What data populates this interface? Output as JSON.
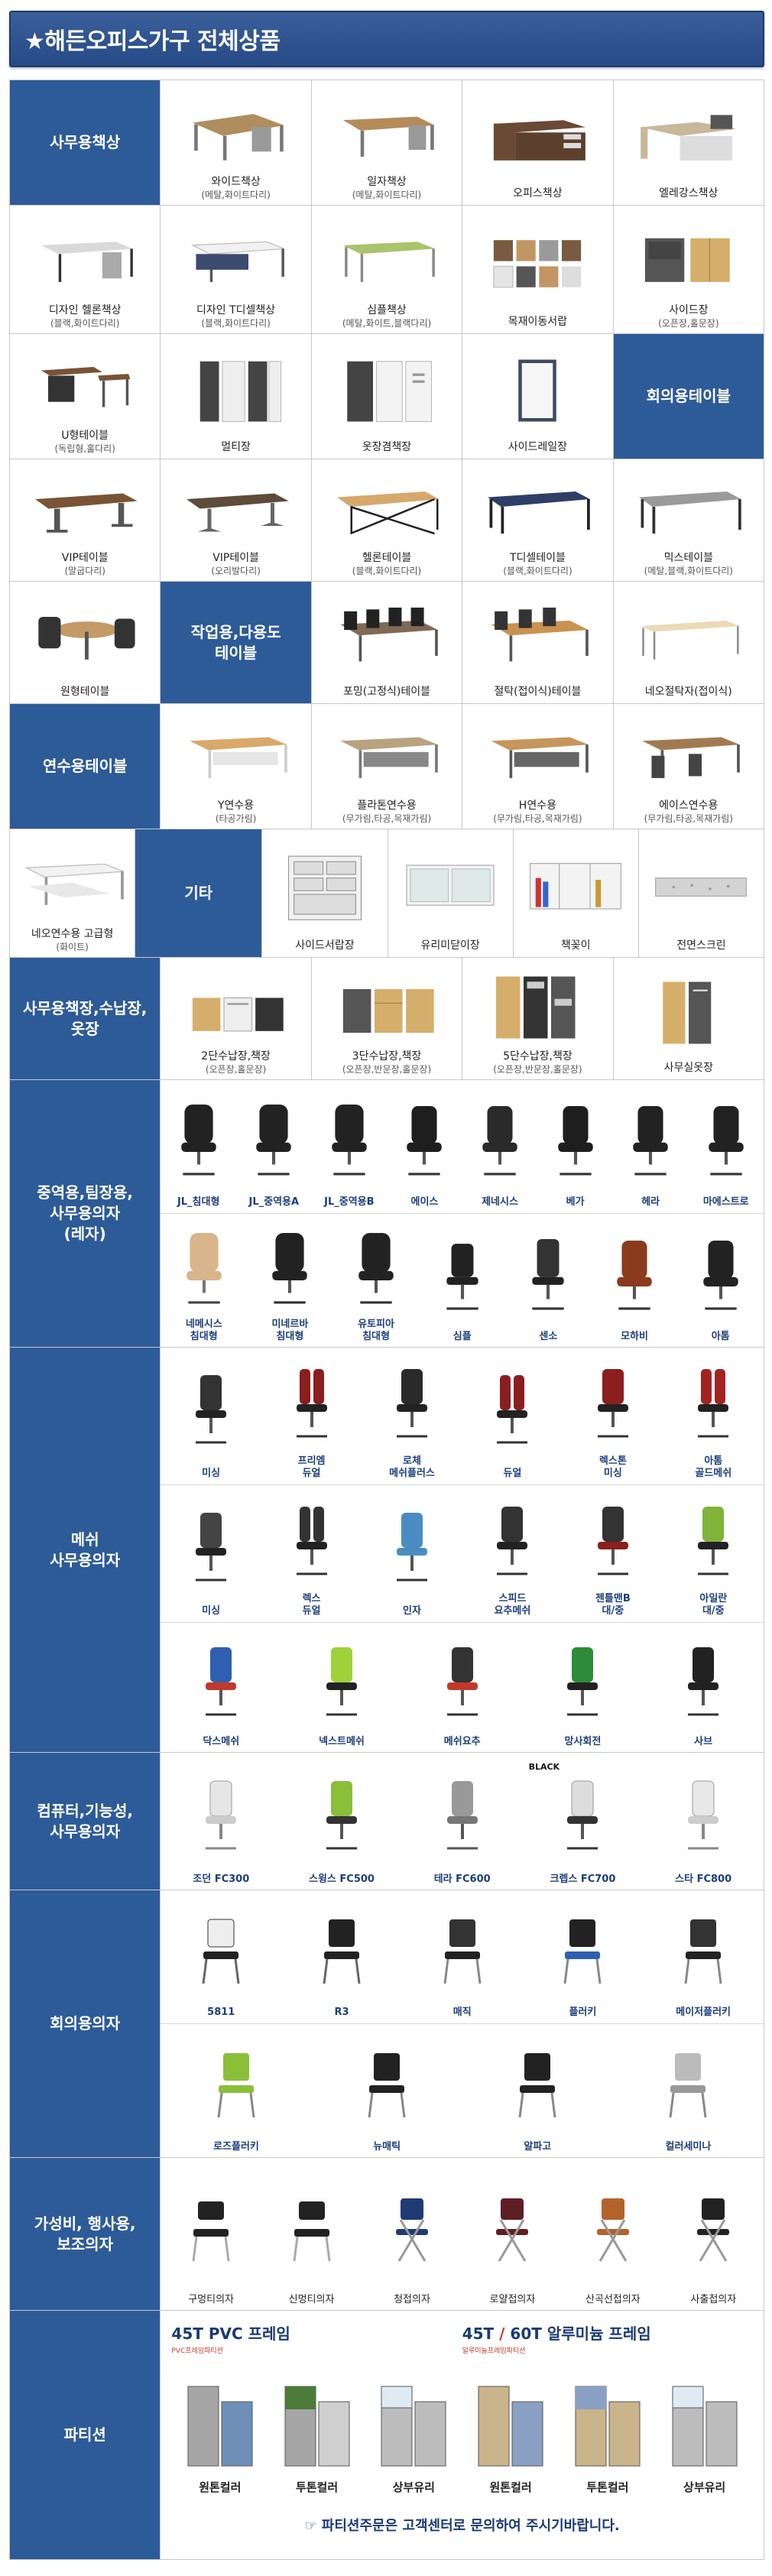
{
  "header": {
    "title": "★해든오피스가구 전체상품"
  },
  "row1": {
    "category": "사무용책상",
    "items": [
      {
        "label": "와이드책상",
        "sub": "(메탈,화이트다리)"
      },
      {
        "label": "일자책상",
        "sub": "(메탈,화이트다리)"
      },
      {
        "label": "오피스책상",
        "sub": ""
      },
      {
        "label": "엘레강스책상",
        "sub": ""
      }
    ]
  },
  "row2": {
    "items": [
      {
        "label": "디자인 헬론책상",
        "sub": "(블랙,화이트다리)"
      },
      {
        "label": "디자인 T디셀책상",
        "sub": "(블랙,화이트다리)"
      },
      {
        "label": "심플책상",
        "sub": "(메탈,화이트,블랙다리)"
      },
      {
        "label": "목재이동서랍",
        "sub": ""
      },
      {
        "label": "사이드장",
        "sub": "(오픈장,홀문장)"
      }
    ]
  },
  "row3": {
    "items": [
      {
        "label": "U형테이블",
        "sub": "(독립형,홀다리)"
      },
      {
        "label": "멀티장",
        "sub": ""
      },
      {
        "label": "옷장겸책장",
        "sub": ""
      },
      {
        "label": "사이드레일장",
        "sub": ""
      }
    ],
    "category": "회의용테이블"
  },
  "row4": {
    "items": [
      {
        "label": "VIP테이블",
        "sub": "(말굽다리)"
      },
      {
        "label": "VIP테이블",
        "sub": "(오리발다리)"
      },
      {
        "label": "헬론테이블",
        "sub": "(블랙,화이트다리)"
      },
      {
        "label": "T디셀테이블",
        "sub": "(블랙,화이트다리)"
      },
      {
        "label": "믹스테이블",
        "sub": "(메탈,블랙,화이트다리)"
      }
    ]
  },
  "row5": {
    "first": {
      "label": "원형테이블",
      "sub": ""
    },
    "category": "작업용,다용도\n테이블",
    "items": [
      {
        "label": "포밍(고정식)테이블",
        "sub": ""
      },
      {
        "label": "절탁(접이식)테이블",
        "sub": ""
      },
      {
        "label": "네오절탁자(접이식)",
        "sub": ""
      }
    ]
  },
  "row6": {
    "category": "연수용테이블",
    "items": [
      {
        "label": "Y연수용",
        "sub": "(타공가림)"
      },
      {
        "label": "플라톤연수용",
        "sub": "(무가림,타공,목재가림)"
      },
      {
        "label": "H연수용",
        "sub": "(무가림,타공,목재가림)"
      },
      {
        "label": "에이스연수용",
        "sub": "(무가림,타공,목재가림)"
      }
    ]
  },
  "row7": {
    "first": {
      "label": "네오연수용 고급형",
      "sub": "(화이트)"
    },
    "category": "기타",
    "items": [
      {
        "label": "사이드서랍장",
        "sub": ""
      },
      {
        "label": "유리미닫이장",
        "sub": ""
      },
      {
        "label": "책꽂이",
        "sub": ""
      },
      {
        "label": "전면스크린",
        "sub": ""
      }
    ]
  },
  "row8": {
    "category": "사무용책장,수납장,\n옷장",
    "items": [
      {
        "label": "2단수납장,책장",
        "sub": "(오픈장,홀문장)"
      },
      {
        "label": "3단수납장,책장",
        "sub": "(오픈장,반문장,홀문장)"
      },
      {
        "label": "5단수납장,책장",
        "sub": "(오픈장,반문장,홀문장)"
      },
      {
        "label": "사무실옷장",
        "sub": ""
      }
    ]
  },
  "leather": {
    "category": "중역용,팀장용,\n사무용의자\n(레자)",
    "row1": [
      "JL_침대형",
      "JL_중역용A",
      "JL_중역용B",
      "에이스",
      "제네시스",
      "베가",
      "헤라",
      "마에스트로"
    ],
    "row2": [
      "네메시스\n침대형",
      "미네르바\n침대형",
      "유토피아\n침대형",
      "심플",
      "센소",
      "모하비",
      "아톰"
    ]
  },
  "mesh": {
    "category": "메쉬\n사무용의자",
    "row1": [
      "미싱",
      "프리엠\n듀얼",
      "로체\n메쉬플러스",
      "듀얼",
      "렉스톤\n미싱",
      "아톰\n골드메쉬"
    ],
    "row2": [
      "미싱",
      "렉스\n듀얼",
      "인자",
      "스피드\n요추메쉬",
      "젠틀맨B\n대/중",
      "아일란\n대/중"
    ],
    "row3": [
      "닥스메쉬",
      "넥스트메쉬",
      "메쉬요추",
      "망사회전",
      "사브"
    ]
  },
  "computer": {
    "category": "컴퓨터,기능성,\n사무용의자",
    "items": [
      "조던 FC300",
      "스윙스 FC500",
      "테라 FC600",
      "크렙스 FC700",
      "스타 FC800"
    ],
    "badge": "BLACK"
  },
  "meeting": {
    "category": "회의용의자",
    "row1": [
      "5811",
      "R3",
      "매직",
      "플러키",
      "메이저플러키"
    ],
    "row2": [
      "로즈플러키",
      "뉴매틱",
      "알파고",
      "컬러세미나"
    ]
  },
  "budget": {
    "category": "가성비, 행사용,\n보조의자",
    "items": [
      "구멍티의자",
      "신멍티의자",
      "청접의자",
      "로얄접의자",
      "산곡선접의자",
      "사출접의자"
    ]
  },
  "partition": {
    "category": "파티션",
    "left_title": "45T PVC 프레임",
    "left_note": "PVC프레임파티션",
    "right_title_a": "45T",
    "right_sep": " / ",
    "right_title_b": "60T",
    "right_title_c": " 알루미늄 프레임",
    "right_note": "알루미늄프레임파티션",
    "left_labels": [
      "원톤컬러",
      "투톤컬러",
      "상부유리"
    ],
    "right_labels": [
      "원톤컬러",
      "투톤컬러",
      "상부유리"
    ],
    "footer": "파티션주문은 고객센터로 문의하여 주시기바랍니다.",
    "finger": "☞"
  },
  "colors": {
    "category_bg": "#2d5b98",
    "header_bg": "#254a85",
    "border": "#c8c8c8"
  }
}
